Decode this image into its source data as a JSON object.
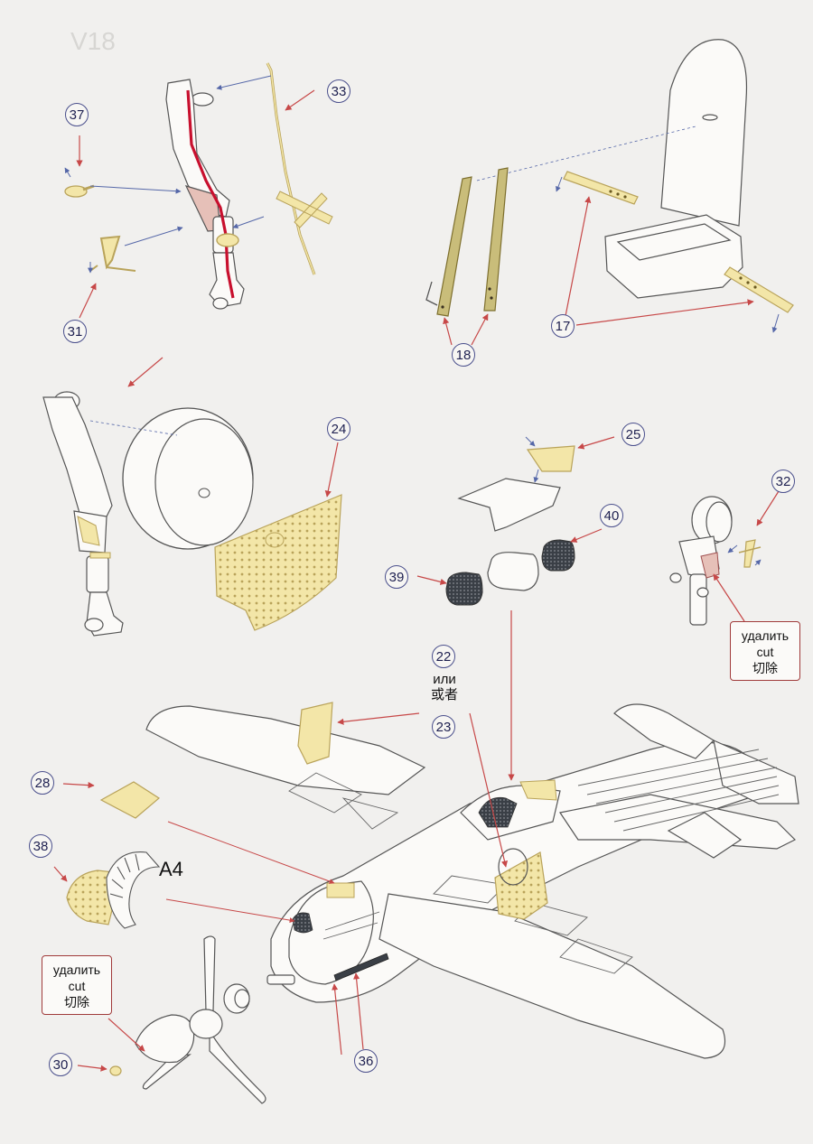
{
  "page_marker": "V18",
  "callouts": {
    "c17": "17",
    "c18": "18",
    "c22": "22",
    "c23": "23",
    "c24": "24",
    "c25": "25",
    "c28": "28",
    "c30": "30",
    "c31": "31",
    "c32": "32",
    "c33": "33",
    "c36": "36",
    "c37": "37",
    "c38": "38",
    "c39": "39",
    "c40": "40"
  },
  "or_label": {
    "ru": "или",
    "cn": "或者"
  },
  "part_label_a4": "A4",
  "cut_notes": {
    "right": {
      "ru": "удалить",
      "en": "cut",
      "cn": "切除"
    },
    "left": {
      "ru": "удалить",
      "en": "cut",
      "cn": "切除"
    }
  },
  "colors": {
    "etch_brass": "#f3e6a8",
    "etch_edge": "#b9a35a",
    "arrow_red": "#c74848",
    "arrow_blue": "#5567a8",
    "highlight_red": "#c8102e",
    "callout_ring": "#4a4f8c"
  }
}
